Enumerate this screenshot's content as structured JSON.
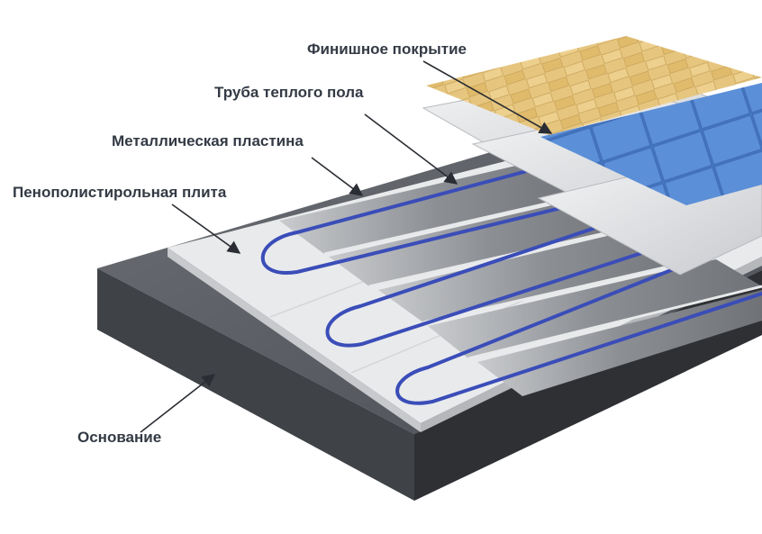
{
  "labels": {
    "finish_coating": "Финишное покрытие",
    "heating_pipe": "Труба теплого пола",
    "metal_plate": "Металлическая пластина",
    "foam_board": "Пенополистирольная плита",
    "base": "Основание"
  },
  "colors": {
    "base_top": "#5d6066",
    "base_front": "#3f4247",
    "base_side": "#2e3034",
    "foam_board": "#e9eaec",
    "metal_plate": "#8d9095",
    "pipe": "#3a4db8",
    "tile_blue": "#4f82cf",
    "parquet": "#e3c27a",
    "sheet": "#dfe1e4",
    "leader": "#2a2d33"
  },
  "icons": [
    "arrow-leader-icon"
  ]
}
